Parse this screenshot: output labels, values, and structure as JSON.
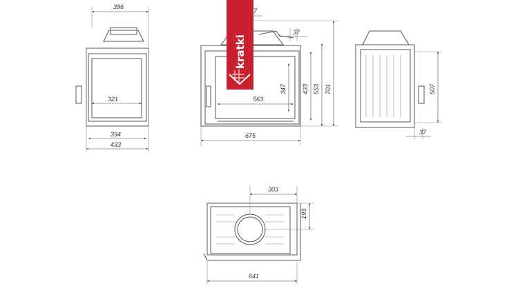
{
  "logo": {
    "text": "kratki",
    "color": "#c8202f"
  },
  "front_view": {
    "dims": {
      "top_width": "396",
      "glass_width": "321",
      "inner_width": "394",
      "total_width": "433"
    }
  },
  "main_view": {
    "dims": {
      "top_offset": "7",
      "flue_offset": "37",
      "glass_width": "563",
      "total_width": "675",
      "glass_height": "347",
      "opening_height": "433",
      "body_height": "553",
      "total_height": "701"
    }
  },
  "side_view": {
    "dims": {
      "height": "507",
      "depth_offset": "37"
    }
  },
  "top_view": {
    "dims": {
      "flue_x": "303",
      "flue_y": "193",
      "width": "641"
    }
  }
}
